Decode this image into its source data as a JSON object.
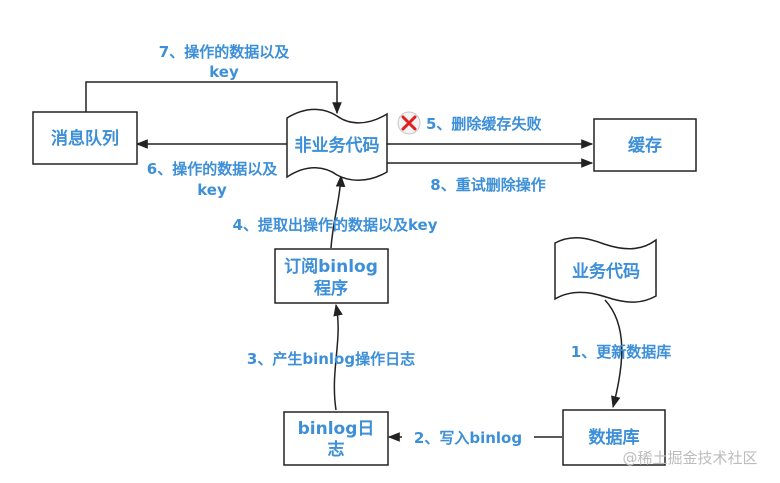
{
  "nodes": {
    "message_queue": "消息队列",
    "non_business_code": "非业务代码",
    "cache": "缓存",
    "binlog_subscriber": [
      "订阅binlog",
      "程序"
    ],
    "business_code": "业务代码",
    "binlog_log": [
      "binlog日",
      "志"
    ],
    "database": "数据库"
  },
  "edges": {
    "step1": "1、更新数据库",
    "step2": "2、写入binlog",
    "step3": "3、产生binlog操作日志",
    "step4": "4、提取出操作的数据以及key",
    "step5": "5、删除缓存失败",
    "step6": [
      "6、操作的数据以及",
      "key"
    ],
    "step7": [
      "7、操作的数据以及",
      "key"
    ],
    "step8": "8、重试删除操作"
  },
  "watermark": "@稀土掘金技术社区",
  "colors": {
    "text": "#3d8fd8",
    "line": "#222222",
    "fail_mark": "#e02020"
  }
}
